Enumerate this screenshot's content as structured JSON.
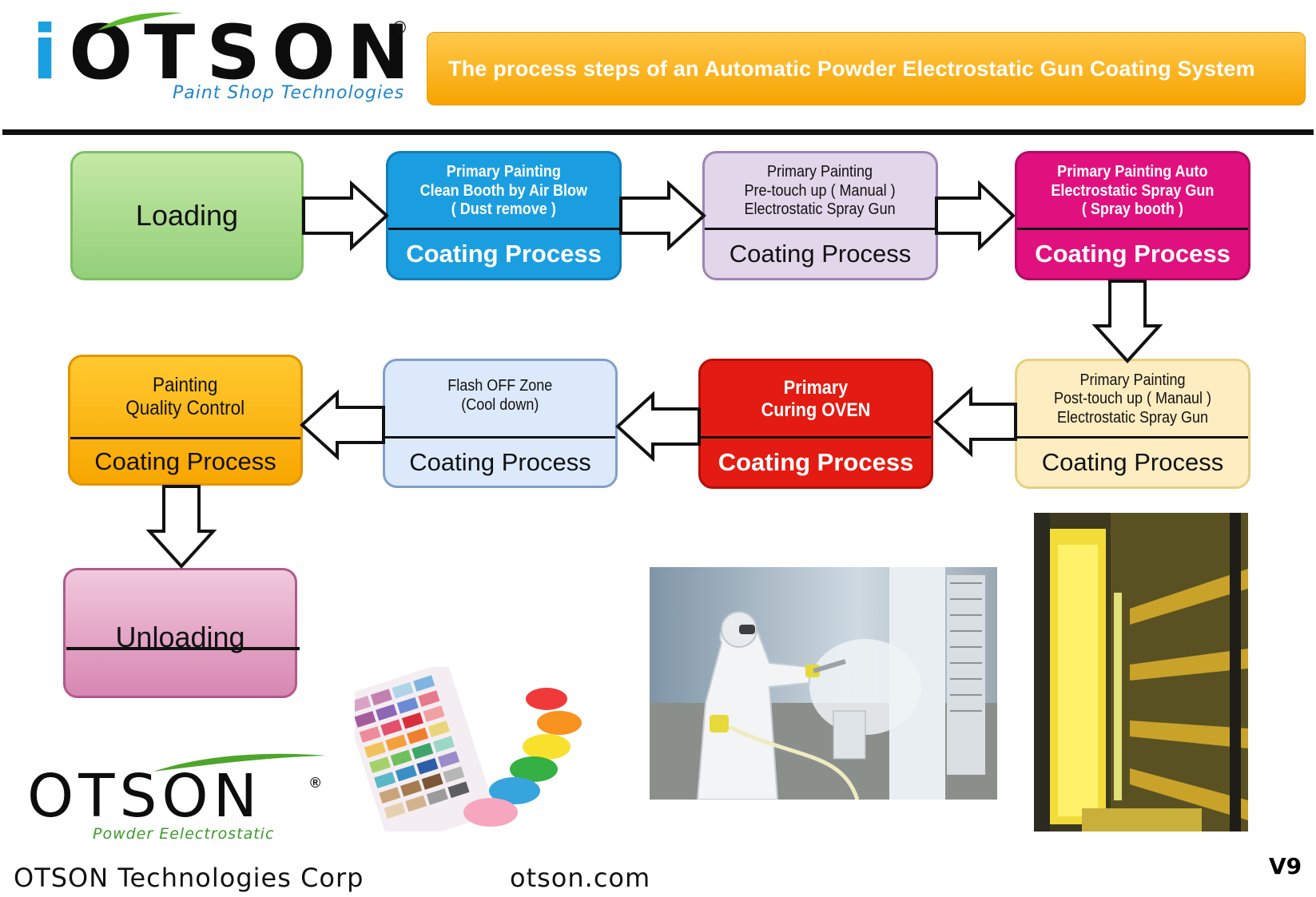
{
  "header": {
    "logo_prefix": "i",
    "logo_name": "OTSON",
    "logo_registered": "®",
    "logo_tagline": "Paint Shop Technologies",
    "title": "The process steps of an Automatic Powder Electrostatic Gun Coating System"
  },
  "steps": {
    "loading": {
      "label": "Loading"
    },
    "air_blow": {
      "line1": "Primary Painting",
      "line2": "Clean Booth by Air Blow",
      "line3": "( Dust remove )",
      "process": "Coating Process"
    },
    "pre_touch": {
      "line1": "Primary Painting",
      "line2": "Pre-touch up ( Manual )",
      "line3": "Electrostatic Spray Gun",
      "process": "Coating Process"
    },
    "auto_gun": {
      "line1": "Primary Painting Auto",
      "line2": "Electrostatic Spray Gun",
      "line3": "(  Spray booth )",
      "process": "Coating Process"
    },
    "post_touch": {
      "line1": "Primary Painting",
      "line2": "Post-touch up ( Manaul )",
      "line3": "Electrostatic Spray Gun",
      "process": "Coating Process"
    },
    "curing_oven": {
      "line1": "Primary",
      "line2": "Curing OVEN",
      "process": "Coating Process"
    },
    "flash_off": {
      "line1": "Flash OFF Zone",
      "line2": "(Cool down)",
      "process": "Coating Process"
    },
    "quality_control": {
      "line1": "Painting",
      "line2": "Quality Control",
      "process": "Coating Process"
    },
    "unloading": {
      "label": "Unloading"
    }
  },
  "footer": {
    "logo_name": "OTSON",
    "logo_registered": "®",
    "logo_tagline": "Powder Eelectrostatic",
    "company": "OTSON Technologies Corp",
    "website": "otson.com",
    "version": "V9"
  },
  "colors": {
    "loading": "#9fd48a",
    "air_blow": "#1b9ee0",
    "pre_touch": "#e2d6ea",
    "auto_gun": "#e0117f",
    "post_touch": "#fdedc0",
    "curing_oven": "#e31b12",
    "flash_off": "#dce9fa",
    "quality_control": "#fdbd1a",
    "unloading": "#e6a6c6"
  }
}
